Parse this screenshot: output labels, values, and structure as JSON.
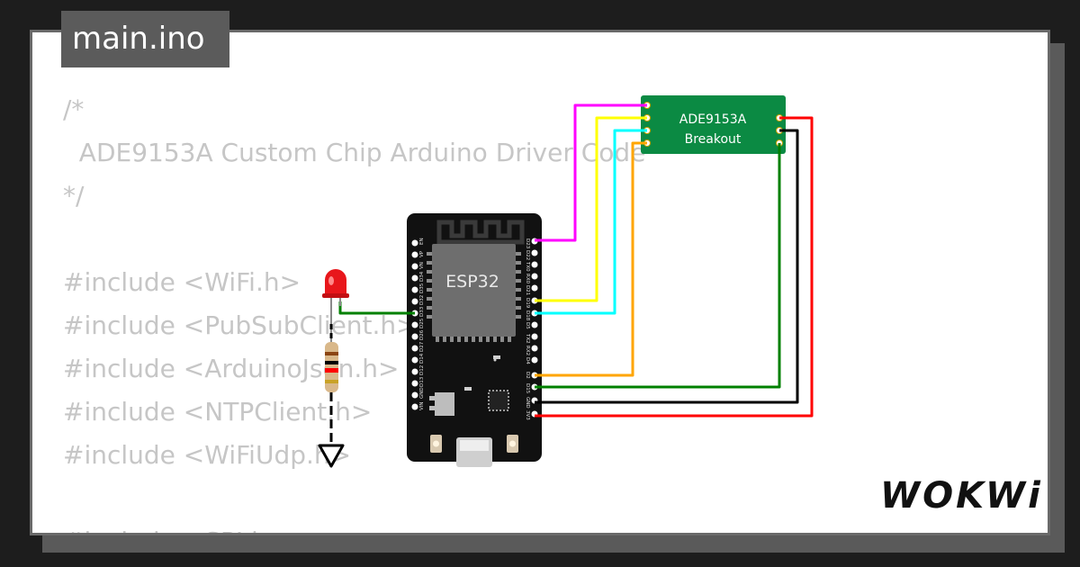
{
  "editor": {
    "file_tab": "main.ino",
    "code_lines": [
      "/*",
      "  ADE9153A Custom Chip Arduino Driver Code",
      "*/",
      "",
      "#include <WiFi.h>",
      "#include <PubSubClient.h>",
      "#include <ArduinoJson.h>",
      "#include <NTPClient.h>",
      "#include <WiFiUdp.h>",
      "",
      "#include <SPI.h>"
    ]
  },
  "circuit": {
    "esp32_label": "ESP32",
    "chip_label_1": "ADE9153A",
    "chip_label_2": "Breakout",
    "left_pins": [
      "EN",
      "VP",
      "VN",
      "D34",
      "D35",
      "D32",
      "D33",
      "D25",
      "D26",
      "D27",
      "D14",
      "D12",
      "D13",
      "GND",
      "VIN"
    ],
    "right_pins": [
      "D23",
      "D22",
      "TX0",
      "RX0",
      "D21",
      "D19",
      "D18",
      "D5",
      "TX2",
      "RX2",
      "D4",
      "D2",
      "D15",
      "GND",
      "3V3"
    ],
    "wire_colors": {
      "magenta": "#ff00ff",
      "yellow": "#ffff00",
      "cyan": "#00ffff",
      "orange": "#ffa500",
      "green": "#008000",
      "black": "#000000",
      "red": "#ff0000"
    }
  },
  "brand": {
    "logo": "WOKWi"
  }
}
